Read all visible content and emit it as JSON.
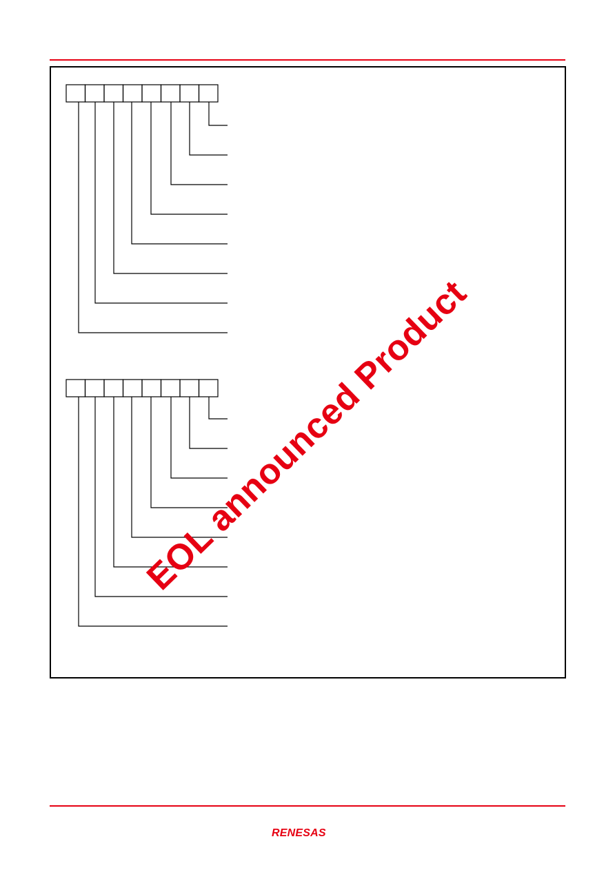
{
  "colors": {
    "accent": "#e60012",
    "line": "#000000",
    "watermark": "#e60012"
  },
  "diagrams": [
    {
      "bits": 8
    },
    {
      "bits": 8
    }
  ],
  "watermark_text": "EOL announced Product",
  "logo_text": "RENESAS"
}
